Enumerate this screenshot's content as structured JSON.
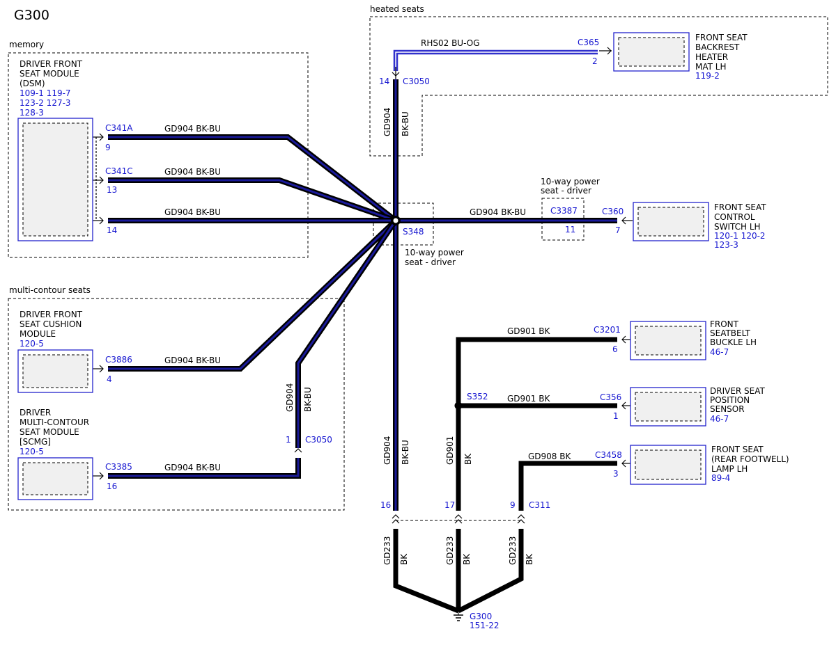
{
  "title": "G300",
  "regions": {
    "memory": "memory",
    "multi_contour": "multi-contour seats",
    "heated": "heated seats"
  },
  "modules": {
    "dsm": {
      "lines": [
        "DRIVER FRONT",
        "SEAT MODULE",
        "(DSM)"
      ],
      "refs": [
        "109-1 119-7",
        "123-2 127-3",
        "128-3"
      ],
      "pins": [
        {
          "connector": "C341A",
          "pin": "9"
        },
        {
          "connector": "C341C",
          "pin": "13"
        },
        {
          "connector": "",
          "pin": "14"
        }
      ]
    },
    "cushion": {
      "lines": [
        "DRIVER FRONT",
        "SEAT CUSHION",
        "MODULE"
      ],
      "refs": [
        "120-5"
      ],
      "connector": "C3886",
      "pin": "4"
    },
    "scmg": {
      "lines": [
        "DRIVER",
        "MULTI-CONTOUR",
        "SEAT MODULE",
        "[SCMG]"
      ],
      "refs": [
        "120-5"
      ],
      "connector": "C3385",
      "pin": "16"
    },
    "heater": {
      "lines": [
        "FRONT SEAT",
        "BACKREST",
        "HEATER",
        "MAT LH"
      ],
      "refs": [
        "119-2"
      ],
      "connector": "C365",
      "pin": "2"
    },
    "switch": {
      "lines": [
        "FRONT SEAT",
        "CONTROL",
        "SWITCH LH"
      ],
      "refs": [
        "120-1 120-2",
        "123-3"
      ],
      "connector": "C360",
      "pin": "7"
    },
    "buckle": {
      "lines": [
        "FRONT",
        "SEATBELT",
        "BUCKLE LH"
      ],
      "refs": [
        "46-7"
      ],
      "connector": "C3201",
      "pin": "6"
    },
    "position": {
      "lines": [
        "DRIVER SEAT",
        "POSITION",
        "SENSOR"
      ],
      "refs": [
        "46-7"
      ],
      "connector": "C356",
      "pin": "1"
    },
    "lamp": {
      "lines": [
        "FRONT SEAT",
        "(REAR FOOTWELL)",
        "LAMP LH"
      ],
      "refs": [
        "89-4"
      ],
      "connector": "C3458",
      "pin": "3"
    }
  },
  "wires": {
    "gd904": "GD904  BK-BU",
    "rhs02": "RHS02  BU-OG",
    "gd901": "GD901  BK",
    "gd908": "GD908  BK",
    "v_gd904": "GD904",
    "v_bkbu": "BK-BU",
    "v_gd901": "GD901",
    "v_gd233": "GD233",
    "v_bk": "BK"
  },
  "connectors": {
    "c3050_top": {
      "pin": "14",
      "name": "C3050"
    },
    "c3050_left": {
      "pin": "1",
      "name": "C3050"
    },
    "c3387": {
      "name": "C3387",
      "pin": "11",
      "note": [
        "10-way power",
        "seat - driver"
      ]
    },
    "c311": {
      "name": "C311",
      "pins": [
        "16",
        "17",
        "9"
      ]
    }
  },
  "splices": {
    "s348": {
      "name": "S348",
      "note": [
        "10-way power",
        "seat - driver"
      ]
    },
    "s352": {
      "name": "S352"
    }
  },
  "ground": {
    "name": "G300",
    "ref": "151-22"
  }
}
